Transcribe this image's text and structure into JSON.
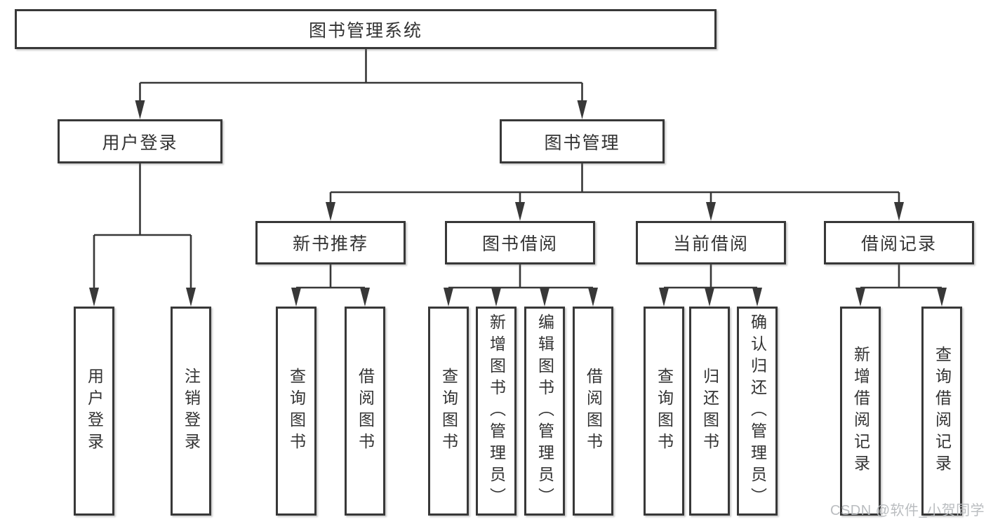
{
  "diagram": {
    "root": {
      "label": "图书管理系统"
    },
    "user_login": {
      "label": "用户登录",
      "children": [
        {
          "label": "用户登录"
        },
        {
          "label": "注销登录"
        }
      ]
    },
    "book_management": {
      "label": "图书管理",
      "sections": [
        {
          "label": "新书推荐",
          "children": [
            {
              "label": "查询图书"
            },
            {
              "label": "借阅图书"
            }
          ]
        },
        {
          "label": "图书借阅",
          "children": [
            {
              "label": "查询图书"
            },
            {
              "label": "新增图书（管理员）"
            },
            {
              "label": "编辑图书（管理员）"
            },
            {
              "label": "借阅图书"
            }
          ]
        },
        {
          "label": "当前借阅",
          "children": [
            {
              "label": "查询图书"
            },
            {
              "label": "归还图书"
            },
            {
              "label": "确认归还（管理员）"
            }
          ]
        },
        {
          "label": "借阅记录",
          "children": [
            {
              "label": "新增借阅记录"
            },
            {
              "label": "查询借阅记录"
            }
          ]
        }
      ]
    }
  },
  "watermark": {
    "text": "CSDN @软件_小贺同学"
  },
  "colors": {
    "background": "#ffffff",
    "line": "#383838",
    "text": "#333333",
    "watermark_text": "#b7babd"
  }
}
